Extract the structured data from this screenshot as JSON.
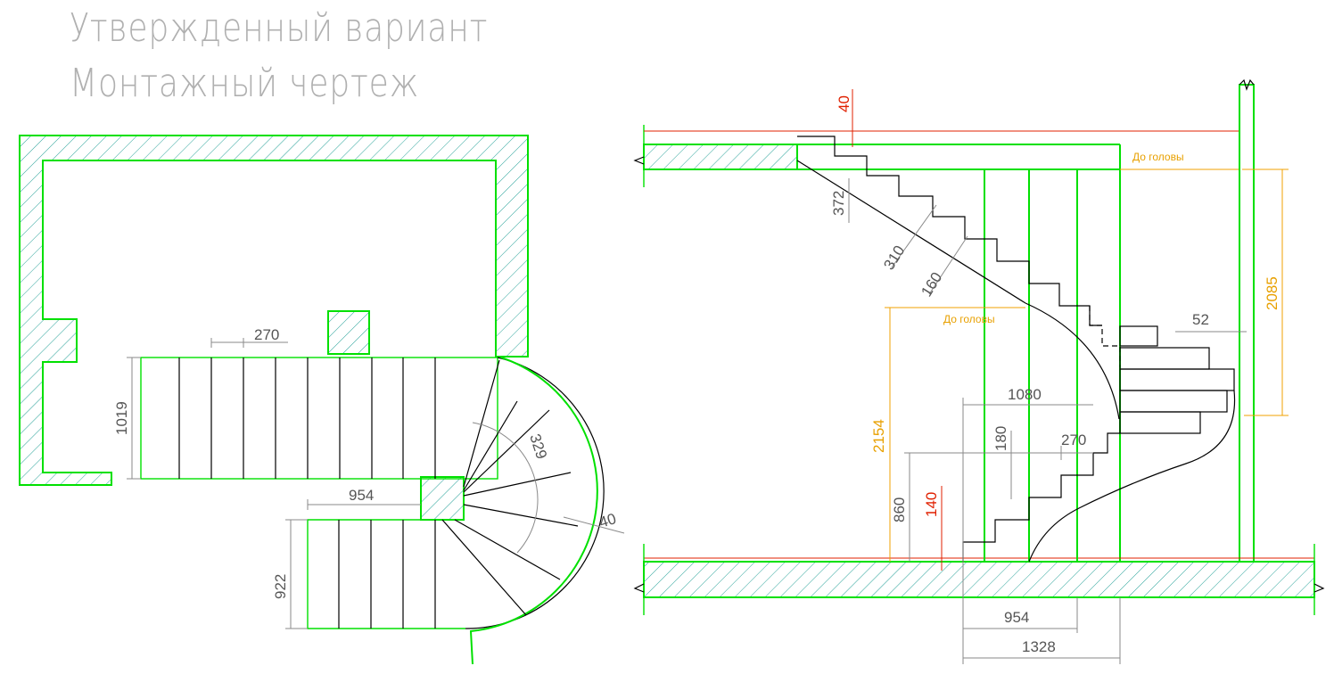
{
  "title": {
    "line1": "Утвержденный вариант",
    "line2": "Монтажный чертеж"
  },
  "plan": {
    "dims": {
      "step_width": "270",
      "flight_width_upper": "1019",
      "landing_length": "954",
      "flight_width_lower": "922",
      "arc_step": "329",
      "gap": "40"
    }
  },
  "section": {
    "dims": {
      "slab_thickness": "40",
      "riser_diag": "372",
      "tread_diag": "310",
      "stringer_diag": "160",
      "headroom_top": "До головы",
      "headroom_mid": "До головы",
      "height_2085": "2085",
      "offset_52": "52",
      "width_1080": "1080",
      "riser_180": "180",
      "tread_270": "270",
      "height_2154": "2154",
      "height_860": "860",
      "floor_140": "140",
      "base_954": "954",
      "base_1328": "1328"
    }
  },
  "colors": {
    "wall": "#00e000",
    "dimension": "#8a8a8a",
    "headroom": "#f0a000",
    "red_dim": "#e02000"
  }
}
